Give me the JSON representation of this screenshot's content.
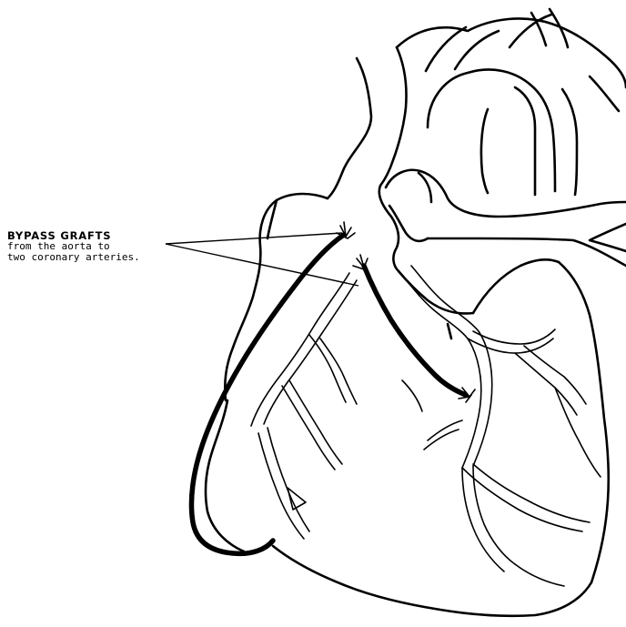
{
  "label": {
    "title": "BYPASS GRAFTS",
    "line1": "from the aorta to",
    "line2": "two coronary arteries."
  },
  "colors": {
    "ink": "#000000",
    "background": "#ffffff"
  }
}
